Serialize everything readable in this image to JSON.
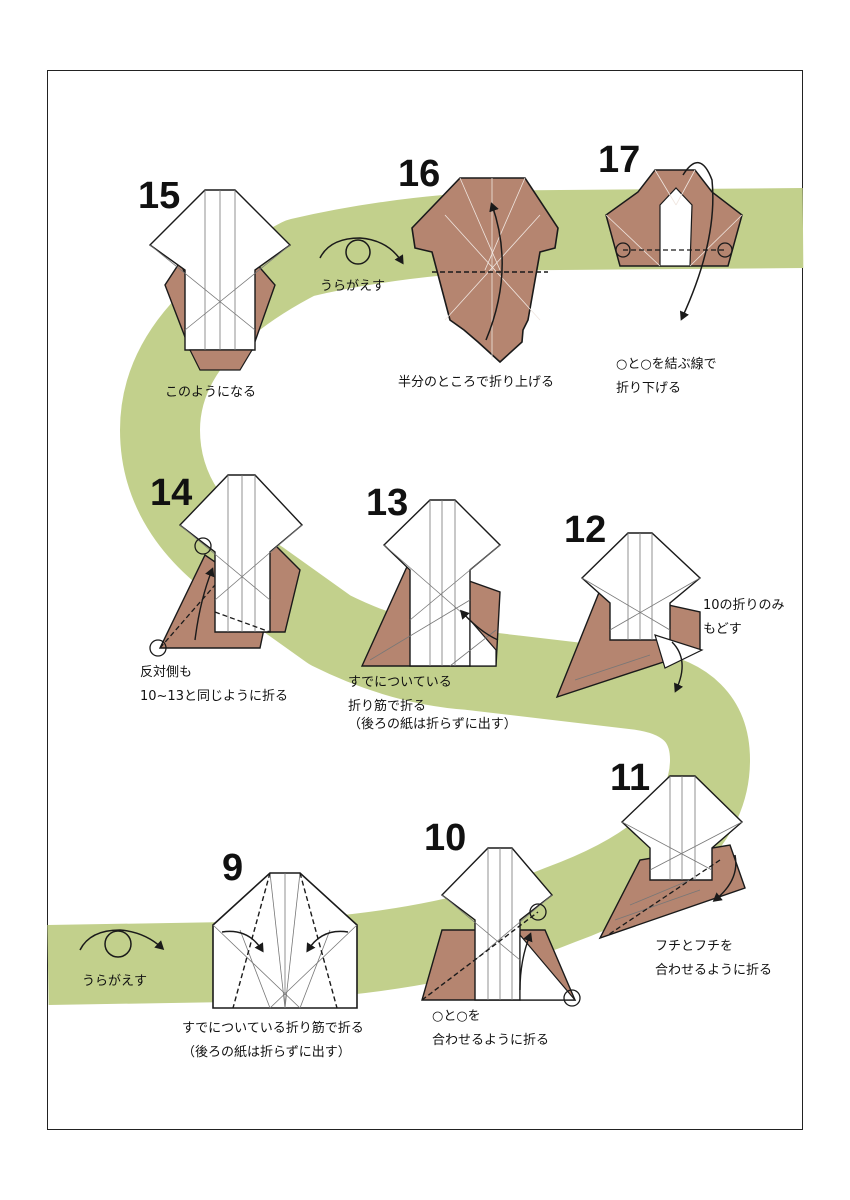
{
  "colors": {
    "brown": "#b58570",
    "green": "#c2d08c",
    "line": "#1a1a1a",
    "paper": "#ffffff"
  },
  "steps": [
    {
      "number": "9",
      "captions": [
        "すでについている折り筋で折る",
        "（後ろの紙は折らずに出す）"
      ]
    },
    {
      "number": "10",
      "captions": [
        "○と○を",
        "合わせるように折る"
      ]
    },
    {
      "number": "11",
      "captions": [
        "フチとフチを",
        "合わせるように折る"
      ]
    },
    {
      "number": "12",
      "captions": [
        "10の折りのみ",
        "もどす"
      ]
    },
    {
      "number": "13",
      "captions": [
        "すでについている",
        "折り筋で折る",
        "（後ろの紙は折らずに出す）"
      ]
    },
    {
      "number": "14",
      "captions": [
        "反対側も",
        "10~13と同じように折る"
      ]
    },
    {
      "number": "15",
      "captions": [
        "このようになる"
      ]
    },
    {
      "number": "16",
      "captions": [
        "半分のところで折り上げる"
      ]
    },
    {
      "number": "17",
      "captions": [
        "○と○を結ぶ線で",
        "折り下げる"
      ]
    }
  ],
  "turn_over": {
    "top": "うらがえす",
    "bottom": "うらがえす"
  }
}
